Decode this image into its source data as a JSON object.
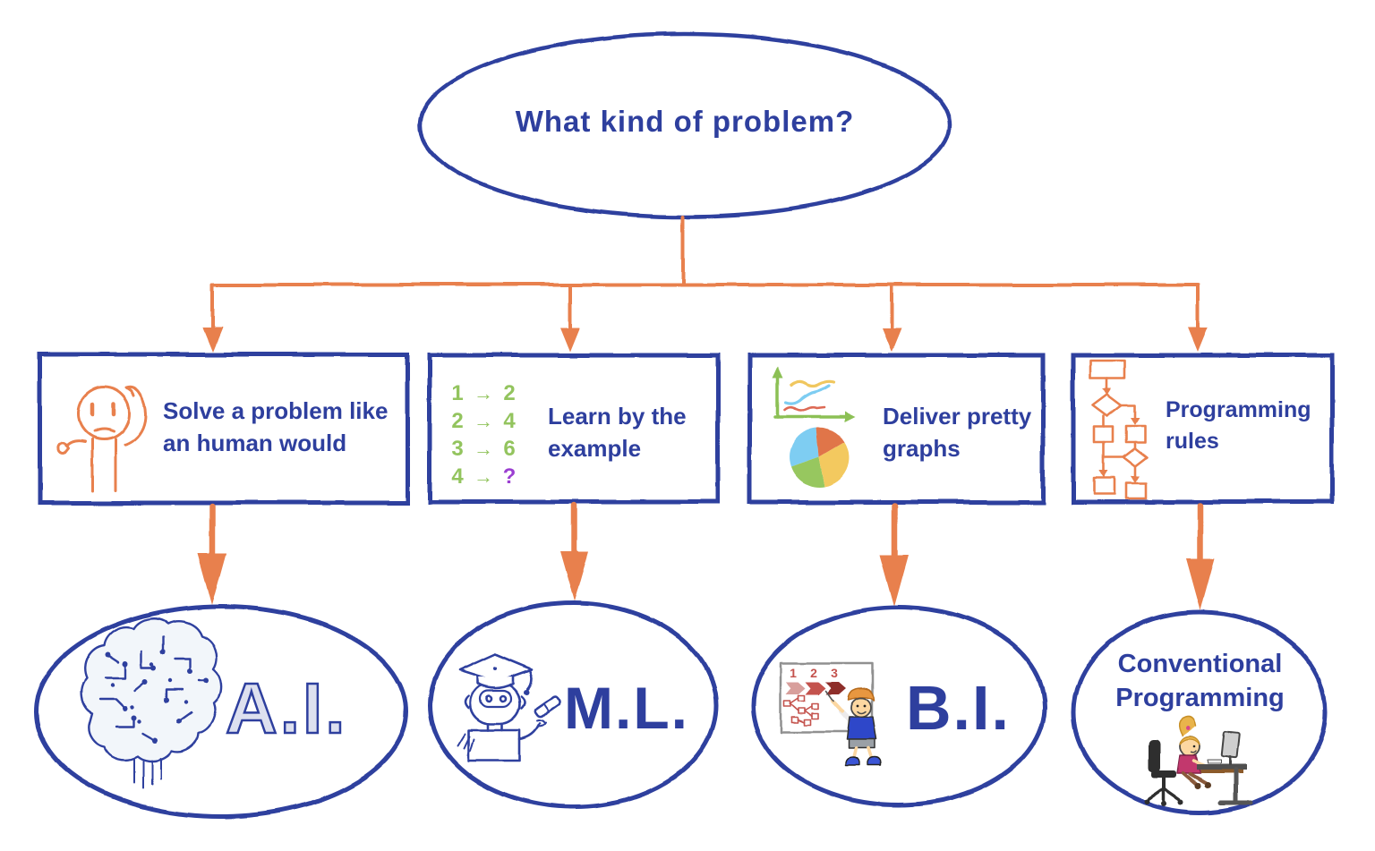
{
  "diagram": {
    "root": {
      "question": "What kind of problem?"
    },
    "branches": [
      {
        "condition": "Solve a problem like an human would",
        "icon": "confused-person-icon",
        "result": "A.I.",
        "result_icon": "circuit-brain-icon"
      },
      {
        "condition": "Learn by the example",
        "icon": "number-mapping-icon",
        "mapping": [
          {
            "input": "1",
            "arrow": "→",
            "output": "2"
          },
          {
            "input": "2",
            "arrow": "→",
            "output": "4"
          },
          {
            "input": "3",
            "arrow": "→",
            "output": "6"
          },
          {
            "input": "4",
            "arrow": "→",
            "output": "?"
          }
        ],
        "result": "M.L.",
        "result_icon": "graduate-robot-icon"
      },
      {
        "condition": "Deliver pretty graphs",
        "icon": "charts-doodle-icon",
        "result": "B.I.",
        "result_icon": "presenter-whiteboard-icon",
        "board_labels": [
          "1",
          "2",
          "3"
        ]
      },
      {
        "condition": "Programming rules",
        "icon": "flowchart-doodle-icon",
        "result": "Conventional Programming",
        "result_icon": "programmer-at-desk-icon"
      }
    ],
    "colors": {
      "ink_blue": "#2e3f9e",
      "arrow_orange": "#e8804d",
      "doodle_green": "#93c45e",
      "question_purple": "#9b3fd1",
      "chart_yellow": "#f0c75e",
      "chart_light_blue": "#7ecdf2",
      "chart_red": "#dd6a55",
      "board_red": "#c4524d"
    }
  }
}
